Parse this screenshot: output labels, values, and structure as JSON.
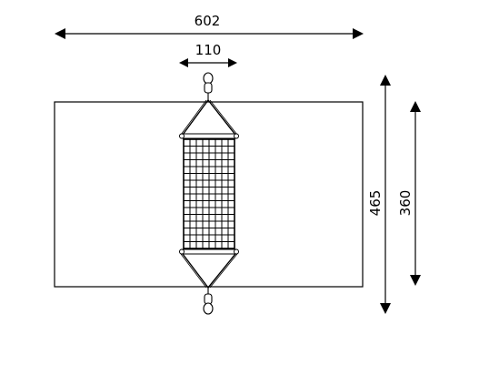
{
  "dimensions": {
    "overall_width": "602",
    "net_width": "110",
    "overall_height": "465",
    "frame_height": "360"
  },
  "net": {
    "rows": 16,
    "columns": 8
  },
  "colors": {
    "line": "#000000",
    "background": "#ffffff"
  }
}
